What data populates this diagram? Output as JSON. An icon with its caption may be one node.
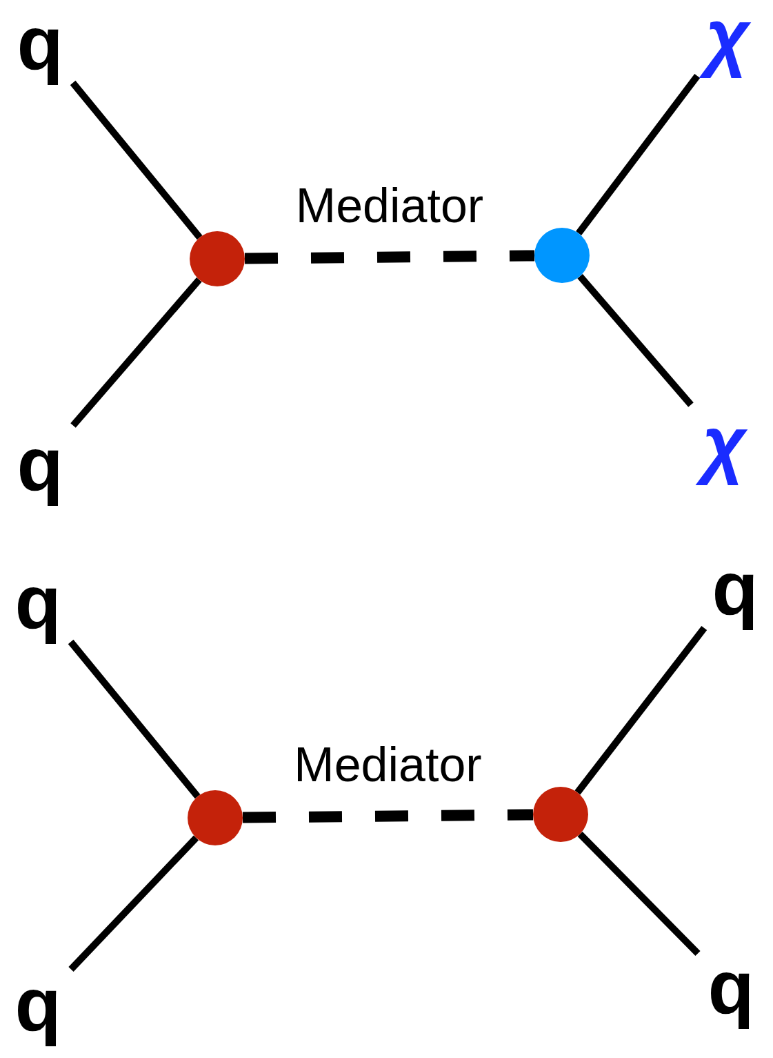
{
  "diagram": {
    "nodes": [
      {
        "text": [
          "q"
        ]
      },
      {
        "text": [
          "q"
        ]
      },
      {
        "text": [],
        "shape": "circle"
      },
      {
        "text": [],
        "shape": "circle"
      },
      {
        "text": [
          "χ"
        ]
      },
      {
        "text": [
          "χ"
        ]
      },
      {
        "text": [
          "q"
        ]
      },
      {
        "text": [
          "q"
        ]
      },
      {
        "text": [],
        "shape": "circle"
      },
      {
        "text": [],
        "shape": "circle"
      },
      {
        "text": [
          "q"
        ]
      },
      {
        "text": [
          "q"
        ]
      }
    ],
    "edges": [
      {
        "from": 0,
        "to": 2,
        "arrow": "none"
      },
      {
        "from": 1,
        "to": 2,
        "arrow": "none"
      },
      {
        "from": 2,
        "to": 3,
        "arrow": "none",
        "style": "dashed",
        "label": "Mediator"
      },
      {
        "from": 3,
        "to": 4,
        "arrow": "none"
      },
      {
        "from": 3,
        "to": 5,
        "arrow": "none"
      },
      {
        "from": 6,
        "to": 8,
        "arrow": "none"
      },
      {
        "from": 7,
        "to": 8,
        "arrow": "none"
      },
      {
        "from": 8,
        "to": 9,
        "arrow": "none",
        "style": "dashed",
        "label": "Mediator"
      },
      {
        "from": 9,
        "to": 10,
        "arrow": "none"
      },
      {
        "from": 9,
        "to": 11,
        "arrow": "none"
      }
    ]
  }
}
